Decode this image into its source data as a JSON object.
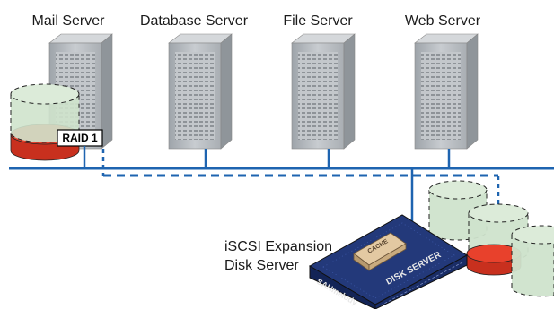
{
  "servers": [
    {
      "label": "Mail Server"
    },
    {
      "label": "Database Server"
    },
    {
      "label": "File Server"
    },
    {
      "label": "Web Server"
    }
  ],
  "raid_label": "RAID 1",
  "expansion": {
    "label_line1": "iSCSI Expansion",
    "label_line2": "Disk Server",
    "device_text": "DISK SERVER",
    "cache_text": "CACHE",
    "brand_text": "SANmelody"
  },
  "colors": {
    "network_line": "#1e64b0",
    "server_body": "#b9bec3",
    "disk_green": "#cfe3cc",
    "disk_red": "#e8412c",
    "device_blue": "#223a7a"
  }
}
